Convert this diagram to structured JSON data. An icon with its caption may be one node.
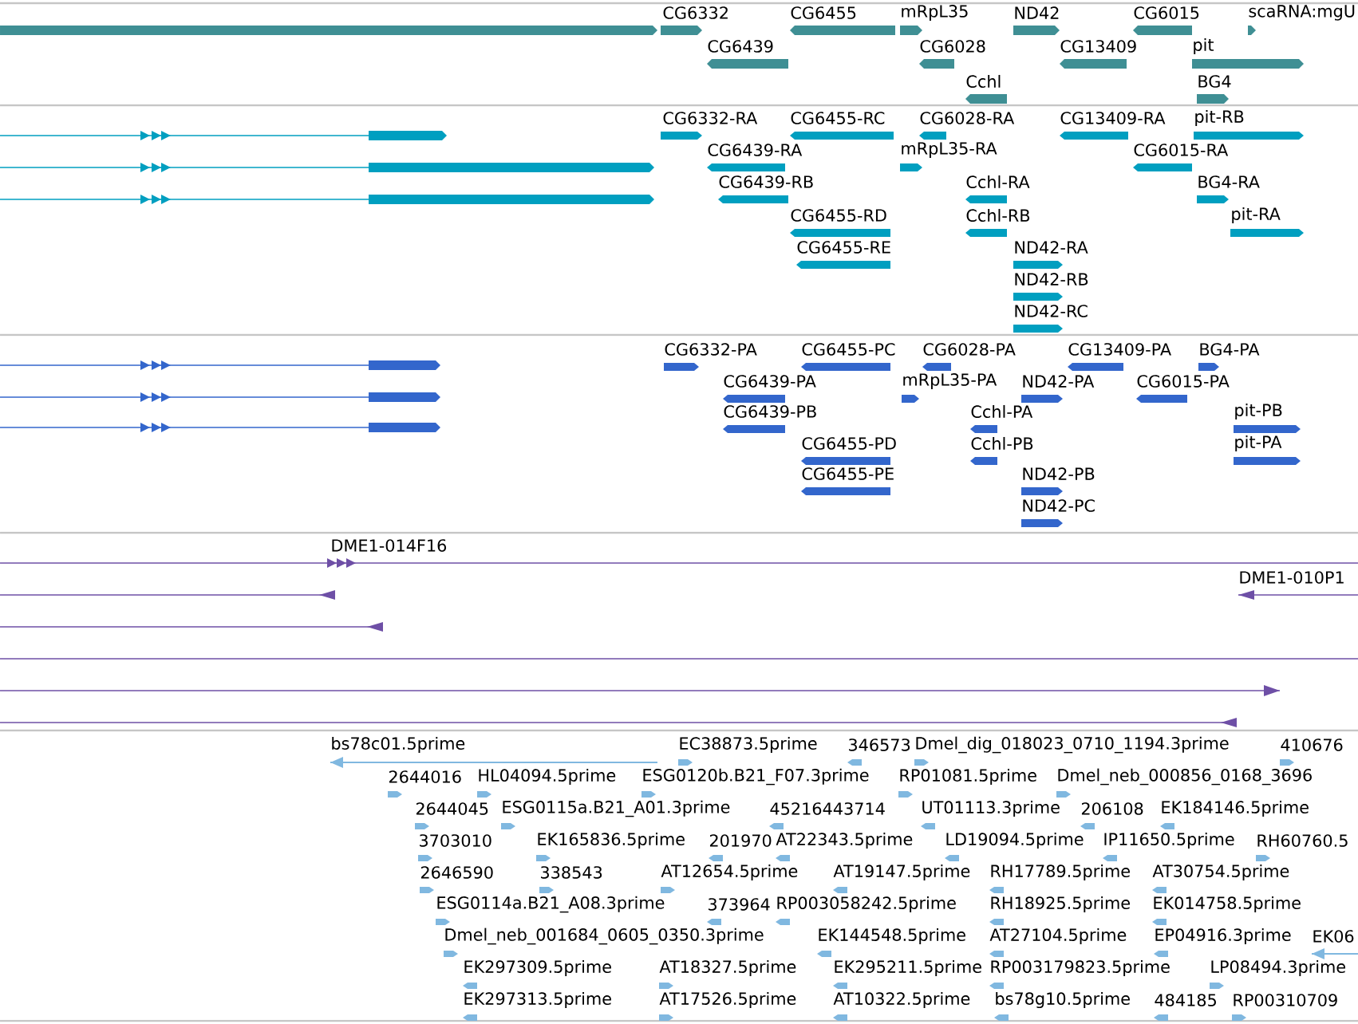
{
  "diagram": {
    "labels": [
      "CG6332",
      "CG6455",
      "mRpL35",
      "ND42",
      "CG6015",
      "scaRNA:mgU",
      "CG6439",
      "CG6028",
      "CG13409",
      "pit",
      "Cchl",
      "BG4",
      "CG6332-RA",
      "CG6455-RC",
      "CG6028-RA",
      "CG13409-RA",
      "pit-RB",
      "CG6439-RA",
      "mRpL35-RA",
      "CG6015-RA",
      "CG6439-RB",
      "Cchl-RA",
      "BG4-RA",
      "CG6455-RD",
      "Cchl-RB",
      "pit-RA",
      "CG6455-RE",
      "ND42-RA",
      "ND42-RB",
      "ND42-RC",
      "CG6332-PA",
      "CG6455-PC",
      "CG6028-PA",
      "CG13409-PA",
      "BG4-PA",
      "CG6439-PA",
      "mRpL35-PA",
      "ND42-PA",
      "CG6015-PA",
      "CG6439-PB",
      "Cchl-PA",
      "pit-PB",
      "CG6455-PD",
      "Cchl-PB",
      "pit-PA",
      "CG6455-PE",
      "ND42-PB",
      "ND42-PC",
      "DME1-014F16",
      "DME1-010P1",
      "bs78c01.5prime",
      "EC38873.5prime",
      "346573",
      "Dmel_dig_018023_0710_1194.3prime",
      "410676",
      "2644016",
      "HL04094.5prime",
      "ESG0120b.B21_F07.3prime",
      "RP01081.5prime",
      "Dmel_neb_000856_0168_3696",
      "2644045",
      "ESG0115a.B21_A01.3prime",
      "45216443714",
      "UT01113.3prime",
      "206108",
      "EK184146.5prime",
      "3703010",
      "EK165836.5prime",
      "201970",
      "AT22343.5prime",
      "LD19094.5prime",
      "IP11650.5prime",
      "RH60760.5",
      "2646590",
      "338543",
      "AT12654.5prime",
      "AT19147.5prime",
      "RH17789.5prime",
      "AT30754.5prime",
      "ESG0114a.B21_A08.3prime",
      "373964",
      "RP003058242.5prime",
      "RH18925.5prime",
      "EK014758.5prime",
      "Dmel_neb_001684_0605_0350.3prime",
      "EK144548.5prime",
      "AT27104.5prime",
      "EP04916.3prime",
      "EK06",
      "EK297309.5prime",
      "AT18327.5prime",
      "EK295211.5prime",
      "RP003179823.5prime",
      "LP08494.3prime",
      "EK297313.5prime",
      "AT17526.5prime",
      "AT10322.5prime",
      "bs78g10.5prime",
      "484185",
      "RP00310709"
    ]
  }
}
